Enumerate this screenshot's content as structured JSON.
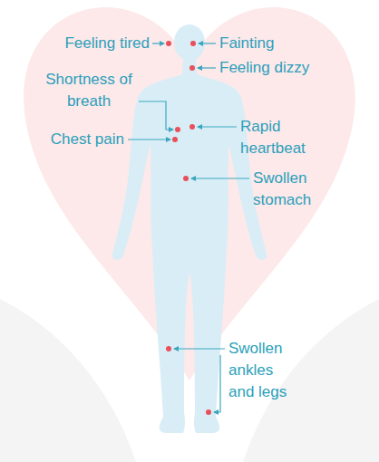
{
  "diagram": {
    "labels": [
      "Feeling tired",
      "Fainting",
      "Feeling dizzy",
      "Shortness of breath",
      "Rapid heartbeat",
      "Chest pain",
      "Swollen stomach",
      "Swollen ankles and legs"
    ]
  }
}
